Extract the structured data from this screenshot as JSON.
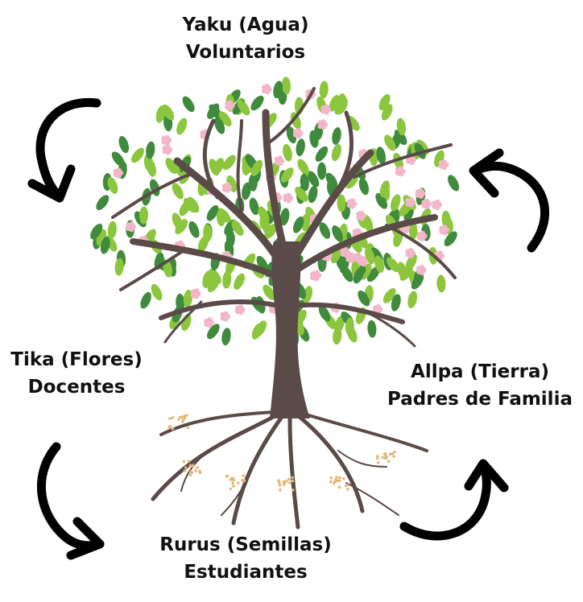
{
  "labels": {
    "top": {
      "element": "Yaku (Agua)",
      "role": "Voluntarios"
    },
    "left": {
      "element": "Tika (Flores)",
      "role": "Docentes"
    },
    "right": {
      "element": "Allpa (Tierra)",
      "role": "Padres de Familia"
    },
    "bottom": {
      "element": "Rurus (Semillas)",
      "role": "Estudiantes"
    }
  },
  "colors": {
    "trunk": "#5a4a48",
    "leaf_dark": "#3f8a3c",
    "leaf_light": "#8cc63f",
    "blossom": "#f3b6c8",
    "seed": "#e3b77a",
    "arrow": "#000000"
  },
  "icons": [
    "tree-icon",
    "cycle-arrow-icon"
  ]
}
